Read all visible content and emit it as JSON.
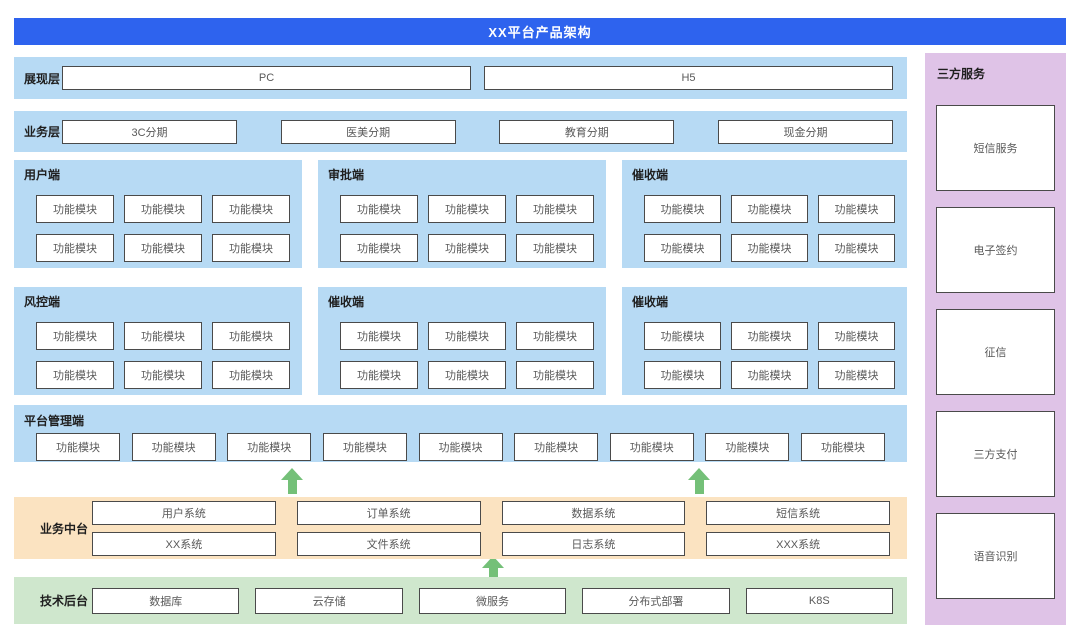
{
  "title": "XX平台产品架构",
  "colors": {
    "header_blue": "#2e63ee",
    "band_blue": "#b7daf4",
    "band_orange": "#fbe3c1",
    "band_green": "#cfe7cd",
    "panel_purple": "#dfc3e7",
    "arrow_green": "#74c078",
    "box_border": "#4a4a4a"
  },
  "presentation_layer": {
    "label": "展现层",
    "items": [
      "PC",
      "H5"
    ]
  },
  "business_layer": {
    "label": "业务层",
    "items": [
      "3C分期",
      "医美分期",
      "教育分期",
      "现金分期"
    ]
  },
  "client_panels": [
    {
      "label": "用户端",
      "modules": [
        "功能模块",
        "功能模块",
        "功能模块",
        "功能模块",
        "功能模块",
        "功能模块"
      ]
    },
    {
      "label": "审批端",
      "modules": [
        "功能模块",
        "功能模块",
        "功能模块",
        "功能模块",
        "功能模块",
        "功能模块"
      ]
    },
    {
      "label": "催收端",
      "modules": [
        "功能模块",
        "功能模块",
        "功能模块",
        "功能模块",
        "功能模块",
        "功能模块"
      ]
    },
    {
      "label": "风控端",
      "modules": [
        "功能模块",
        "功能模块",
        "功能模块",
        "功能模块",
        "功能模块",
        "功能模块"
      ]
    },
    {
      "label": "催收端",
      "modules": [
        "功能模块",
        "功能模块",
        "功能模块",
        "功能模块",
        "功能模块",
        "功能模块"
      ]
    },
    {
      "label": "催收端",
      "modules": [
        "功能模块",
        "功能模块",
        "功能模块",
        "功能模块",
        "功能模块",
        "功能模块"
      ]
    }
  ],
  "platform_admin": {
    "label": "平台管理端",
    "modules": [
      "功能模块",
      "功能模块",
      "功能模块",
      "功能模块",
      "功能模块",
      "功能模块",
      "功能模块",
      "功能模块",
      "功能模块"
    ]
  },
  "business_middle_platform": {
    "label": "业务中台",
    "systems": [
      "用户系统",
      "订单系统",
      "数据系统",
      "短信系统",
      "XX系统",
      "文件系统",
      "日志系统",
      "XXX系统"
    ]
  },
  "tech_backend": {
    "label": "技术后台",
    "systems": [
      "数据库",
      "云存储",
      "微服务",
      "分布式部署",
      "K8S"
    ]
  },
  "third_party_services": {
    "label": "三方服务",
    "items": [
      "短信服务",
      "电子签约",
      "征信",
      "三方支付",
      "语音识别"
    ]
  }
}
